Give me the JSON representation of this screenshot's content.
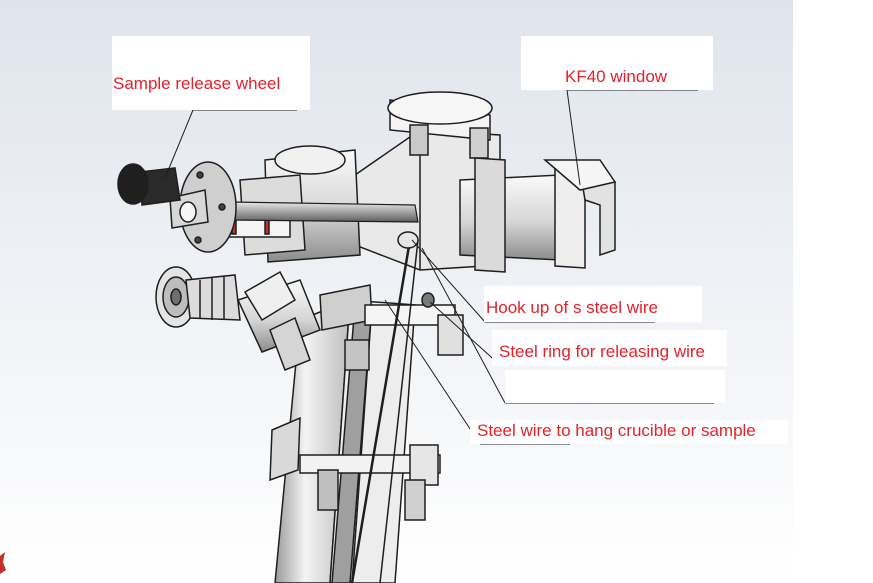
{
  "colors": {
    "label_text": "#e8202a",
    "background_top": "#dfe4ec",
    "background_bottom": "#ffffff",
    "metal_light": "#f3f3f3",
    "metal_mid": "#c9c9c9",
    "metal_dark": "#6f6f6f",
    "outline": "#1e1e1e",
    "accent_red": "#c0322e"
  },
  "labels": {
    "sample_release_wheel": "Sample release wheel",
    "kf40_window": "KF40 window",
    "hook_up": "Hook up of s steel wire",
    "steel_ring": "Steel ring for releasing wire",
    "steel_wire": "Steel wire to hang crucible or sample"
  }
}
